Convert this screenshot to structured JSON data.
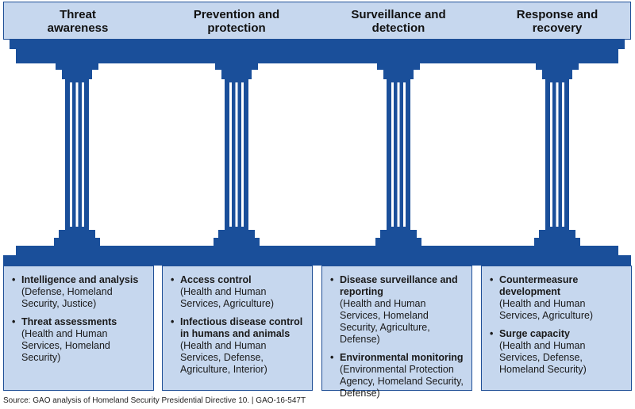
{
  "pillars": [
    {
      "title": "Threat\nawareness",
      "items": [
        {
          "label": "Intelligence and analysis",
          "agencies": "(Defense, Homeland Security, Justice)"
        },
        {
          "label": "Threat assessments",
          "agencies": "(Health and Human Services, Homeland Security)"
        }
      ]
    },
    {
      "title": "Prevention and\nprotection",
      "items": [
        {
          "label": "Access control",
          "agencies": "(Health and Human Services, Agriculture)"
        },
        {
          "label": "Infectious disease control in humans and animals",
          "agencies": "(Health and Human Services, Defense, Agriculture, Interior)"
        }
      ]
    },
    {
      "title": "Surveillance and\ndetection",
      "items": [
        {
          "label": "Disease surveillance and reporting",
          "agencies": "(Health and Human Services, Homeland Security, Agriculture, Defense)"
        },
        {
          "label": "Environmental monitoring",
          "agencies": "(Environmental Protection Agency, Homeland Security, Defense)"
        }
      ]
    },
    {
      "title": "Response and\nrecovery",
      "items": [
        {
          "label": "Countermeasure development",
          "agencies": "(Health and Human Services, Agriculture)"
        },
        {
          "label": "Surge capacity",
          "agencies": "(Health and Human Services, Defense, Homeland Security)"
        }
      ]
    }
  ],
  "bullet": "•",
  "source": "Source: GAO analysis of Homeland Security Presidential Directive 10.  |  GAO-16-547T",
  "colors": {
    "structure": "#1a4f9a",
    "fill": "#c6d7ee"
  }
}
